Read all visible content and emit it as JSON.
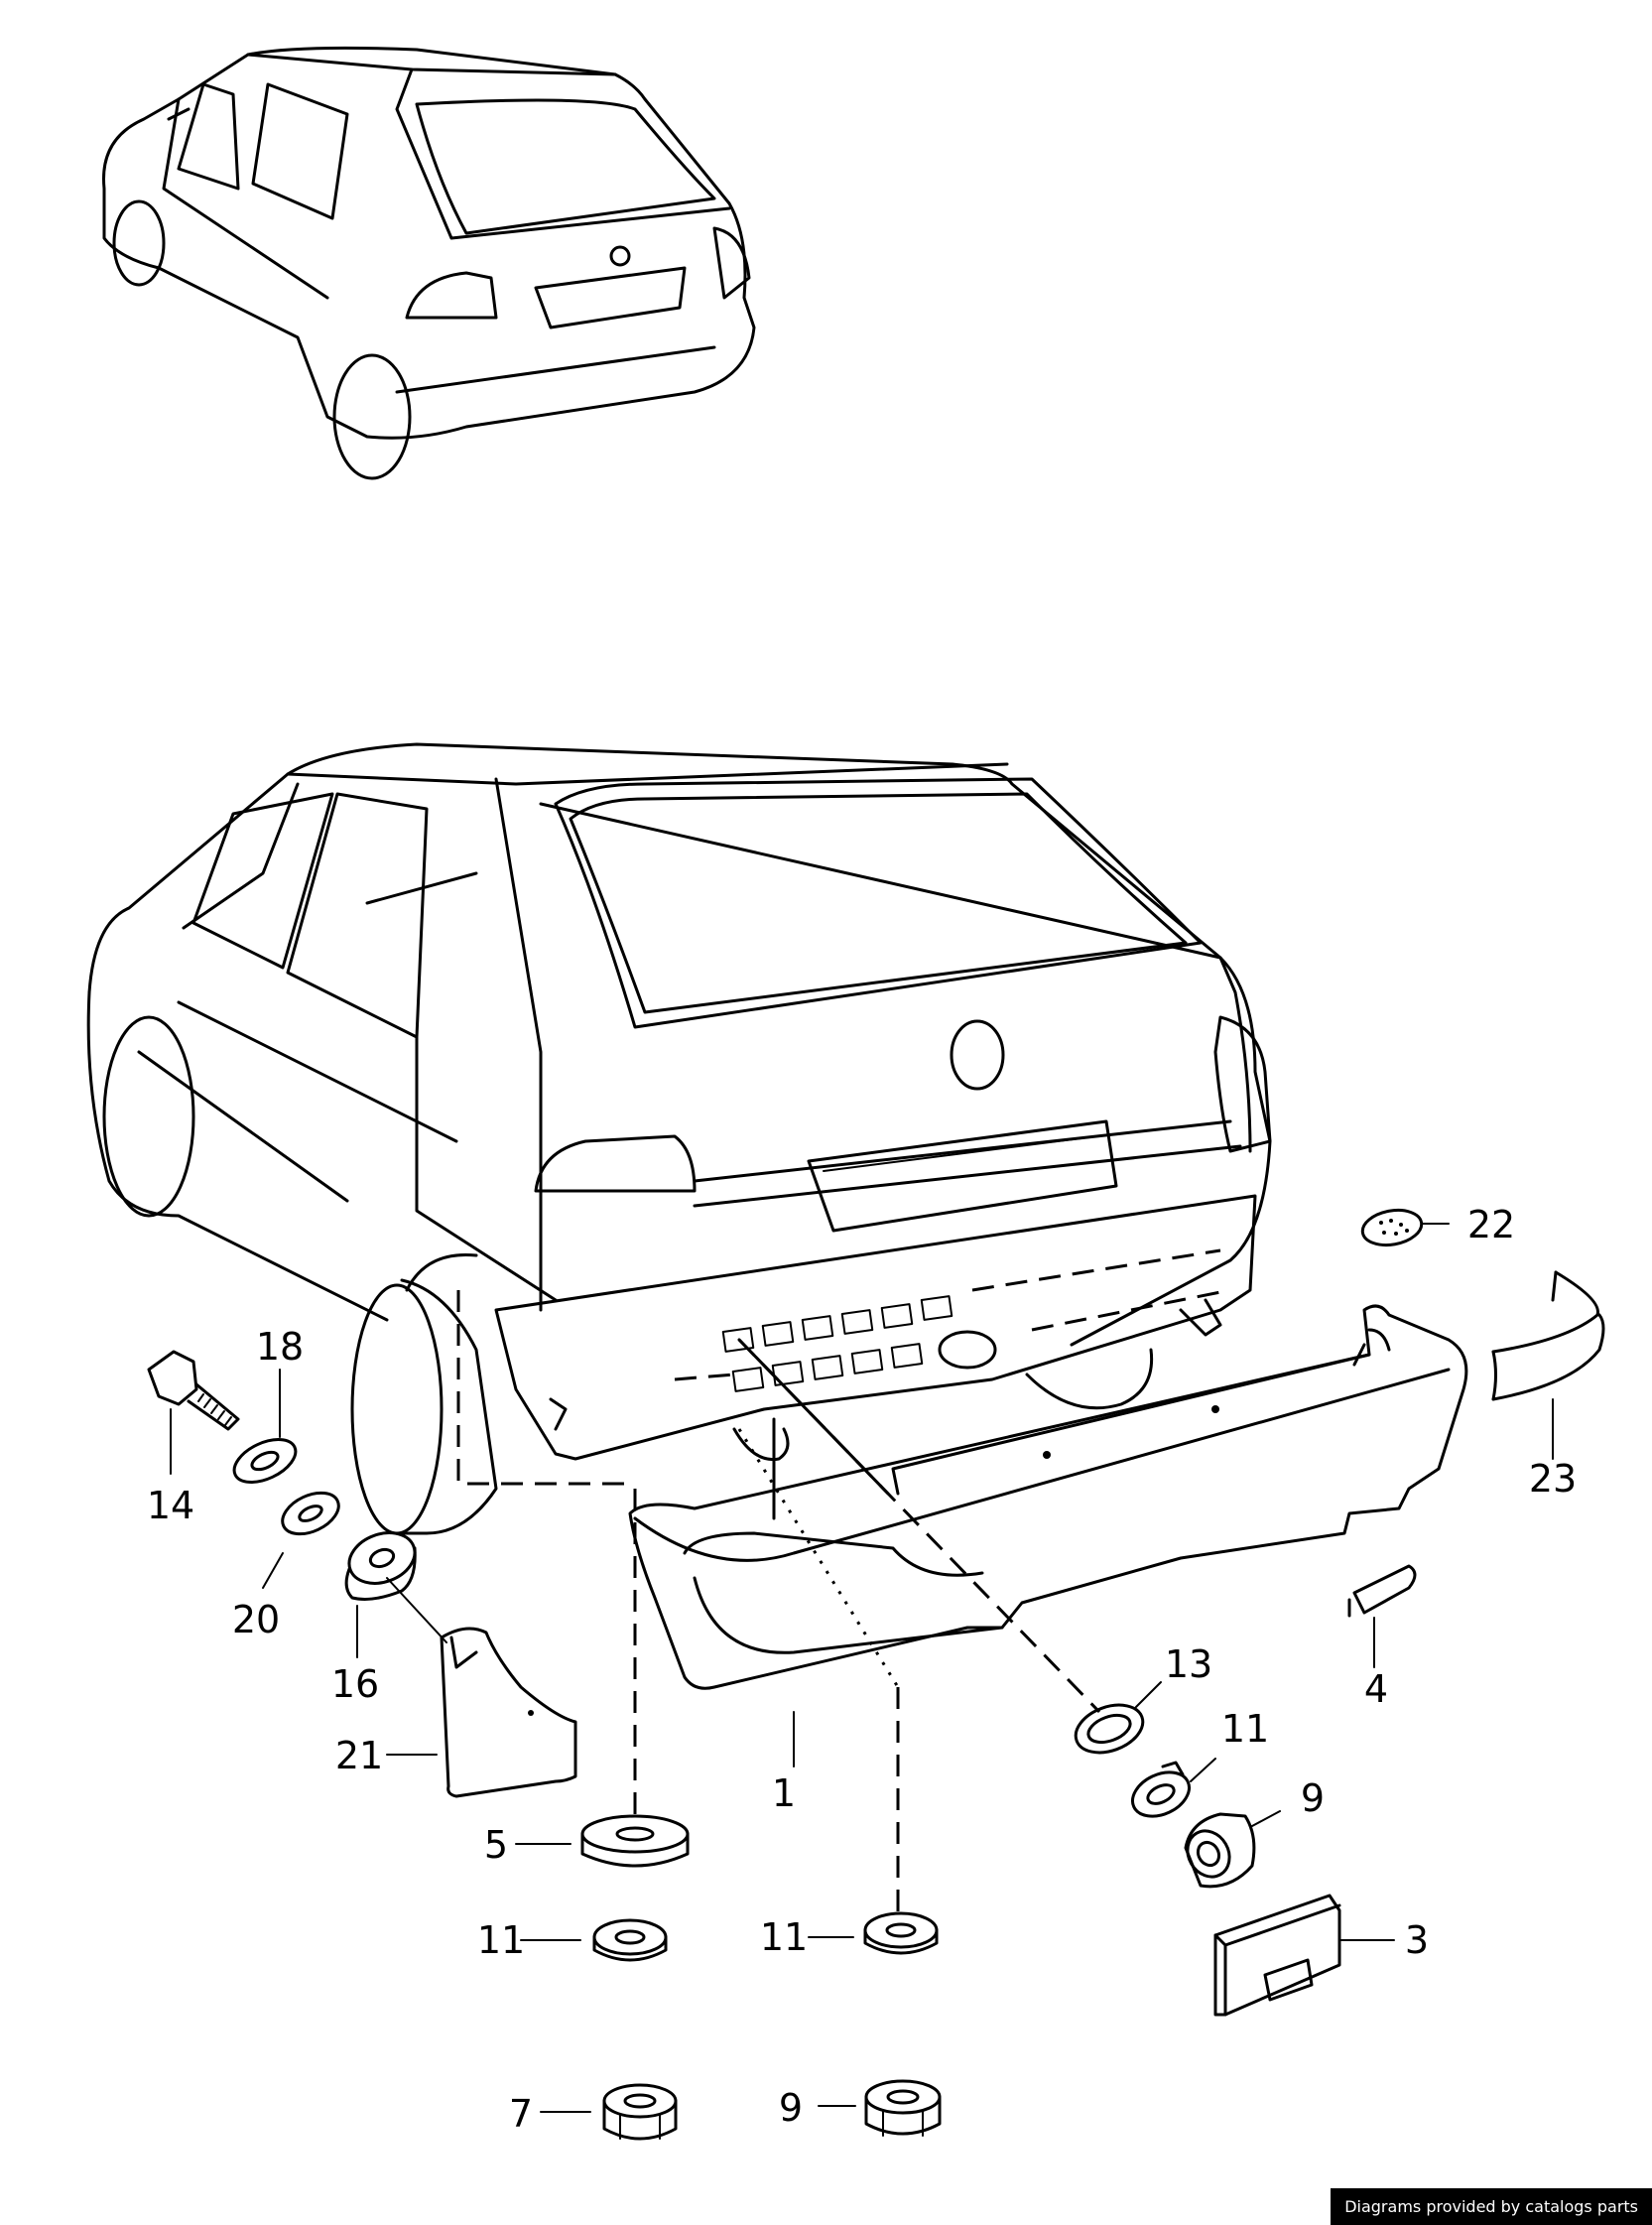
{
  "labels": {
    "p1": "1",
    "p3": "3",
    "p4": "4",
    "p5": "5",
    "p7": "7",
    "p9a": "9",
    "p9b": "9",
    "p11a": "11",
    "p11b": "11",
    "p11c": "11",
    "p13": "13",
    "p14": "14",
    "p16": "16",
    "p18": "18",
    "p20": "20",
    "p21": "21",
    "p22": "22",
    "p23": "23"
  },
  "footer": {
    "credit": "Diagrams provided by catalogs parts"
  }
}
